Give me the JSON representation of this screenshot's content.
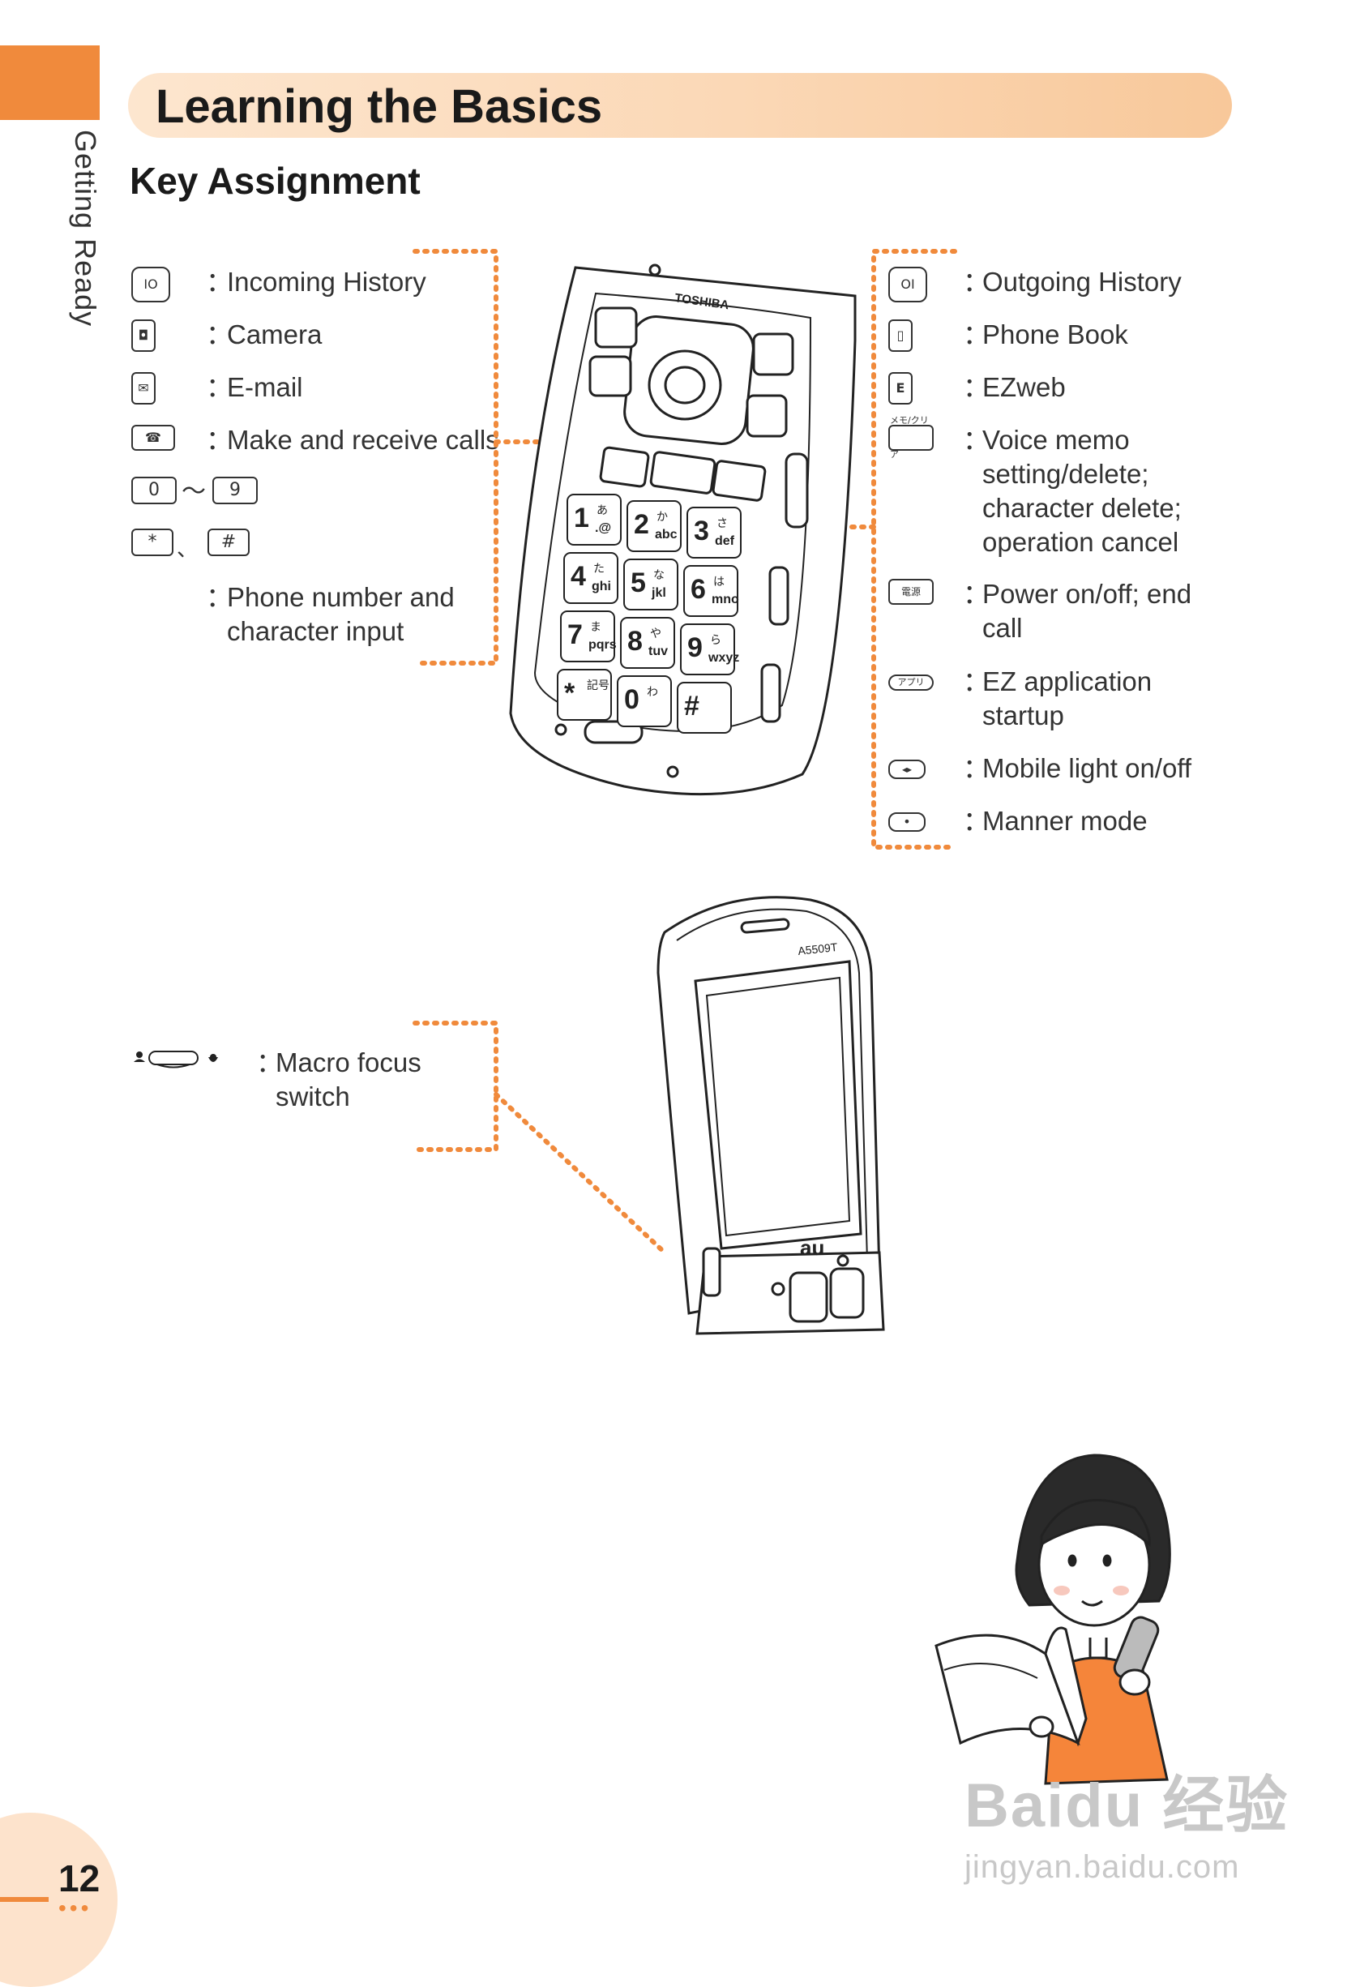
{
  "side_label": "Getting Ready",
  "title": "Learning the Basics",
  "subtitle": "Key Assignment",
  "left_keys": [
    {
      "icon": "incoming-history-key-icon",
      "glyph": "IO",
      "text": "Incoming History"
    },
    {
      "icon": "camera-key-icon",
      "glyph": "◘",
      "text": "Camera"
    },
    {
      "icon": "email-key-icon",
      "glyph": "✉",
      "text": "E-mail"
    },
    {
      "icon": "call-key-icon",
      "glyph": "☎",
      "text": "Make and receive calls"
    }
  ],
  "number_keys": {
    "first": "0",
    "tilde": "〜",
    "last": "9",
    "star": "*",
    "separator": "、",
    "hash": "#",
    "text": "Phone number and\ncharacter input"
  },
  "right_keys": [
    {
      "icon": "outgoing-history-key-icon",
      "glyph": "OI",
      "text": "Outgoing History"
    },
    {
      "icon": "phone-book-key-icon",
      "glyph": "▯",
      "text": "Phone Book"
    },
    {
      "icon": "ezweb-key-icon",
      "glyph": "E",
      "text": "EZweb"
    },
    {
      "icon": "memo-clear-key-icon",
      "glyph": "メモ/クリア",
      "text": "Voice memo\nsetting/delete;\ncharacter delete;\noperation cancel"
    },
    {
      "icon": "power-key-icon",
      "glyph": "電源",
      "text": "Power on/off; end\ncall"
    },
    {
      "icon": "app-key-icon",
      "glyph": "アプリ",
      "text": "EZ application\nstartup"
    },
    {
      "icon": "mobile-light-key-icon",
      "glyph": "◂▸",
      "text": "Mobile light on/off"
    },
    {
      "icon": "manner-key-icon",
      "glyph": "•",
      "text": "Manner mode"
    }
  ],
  "macro": {
    "icon": "macro-switch-icon",
    "text": "Macro focus\nswitch"
  },
  "colon": "：",
  "phone_labels": {
    "brand": "TOSHIBA",
    "model": "A5509T",
    "carrier": "au"
  },
  "keypad": [
    {
      "num": "1",
      "kana": "あ",
      "letters": ".@"
    },
    {
      "num": "2",
      "kana": "か",
      "letters": "abc"
    },
    {
      "num": "3",
      "kana": "さ",
      "letters": "def"
    },
    {
      "num": "4",
      "kana": "た",
      "letters": "ghi"
    },
    {
      "num": "5",
      "kana": "な",
      "letters": "jkl"
    },
    {
      "num": "6",
      "kana": "は",
      "letters": "mno"
    },
    {
      "num": "7",
      "kana": "ま",
      "letters": "pqrs"
    },
    {
      "num": "8",
      "kana": "や",
      "letters": "tuv"
    },
    {
      "num": "9",
      "kana": "ら",
      "letters": "wxyz"
    },
    {
      "num": "*",
      "kana": "記号",
      "letters": ""
    },
    {
      "num": "0",
      "kana": "わ",
      "letters": ""
    },
    {
      "num": "#",
      "kana": "",
      "letters": ""
    }
  ],
  "page_number": "12",
  "watermark": {
    "main": "Baidu 经验",
    "sub": "jingyan.baidu.com"
  },
  "colors": {
    "accent": "#f08a3c",
    "title_bg": "#fbd8b6",
    "page_circle": "#fde3cc"
  }
}
